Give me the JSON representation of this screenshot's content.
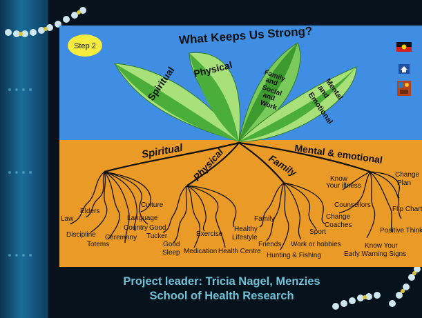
{
  "step_label": "Step 2",
  "title": "What Keeps Us Strong?",
  "leaves": [
    {
      "lines": [
        "Spiritual"
      ]
    },
    {
      "lines": [
        "Physical"
      ]
    },
    {
      "lines": [
        "Family",
        "and",
        "Social",
        "and",
        "Work"
      ]
    },
    {
      "lines": [
        "Mental",
        "and",
        "Emotional"
      ]
    }
  ],
  "branches": {
    "spiritual": "Spiritual",
    "physical": "Physical",
    "family": "Family",
    "mental": "Mental & emotional"
  },
  "roots": {
    "spiritual": [
      "Law",
      "Elders",
      "Discipline",
      "Totems",
      "Ceremony",
      "Country",
      "Language",
      "Culture"
    ],
    "physical": [
      "Good",
      "Tucker",
      "Good",
      "Sleep",
      "Medication",
      "Exercise",
      "Health Centre",
      "Healthy",
      "Lifestyle"
    ],
    "family": [
      "Family",
      "Friends",
      "Hunting & Fishing",
      "Work or hobbies",
      "Sport",
      "Change",
      "Coaches"
    ],
    "mental": [
      "Know",
      "Your illness",
      "Counsellors",
      "Change",
      "Plan",
      "Flip Charts",
      "Positive Thinking",
      "Know Your",
      "Early Warning Signs"
    ]
  },
  "footer": {
    "line1": "Project leader: Tricia Nagel, Menzies",
    "line2": "School of Health Research"
  },
  "colors": {
    "sky": "#3f8ee3",
    "earth": "#ea9a26",
    "leaf_light": "#a8e07a",
    "leaf_dark": "#4cae3a",
    "footer_text": "#6fc1d6"
  },
  "icons": [
    "aboriginal-flag-icon",
    "house-icon",
    "art-icon"
  ]
}
